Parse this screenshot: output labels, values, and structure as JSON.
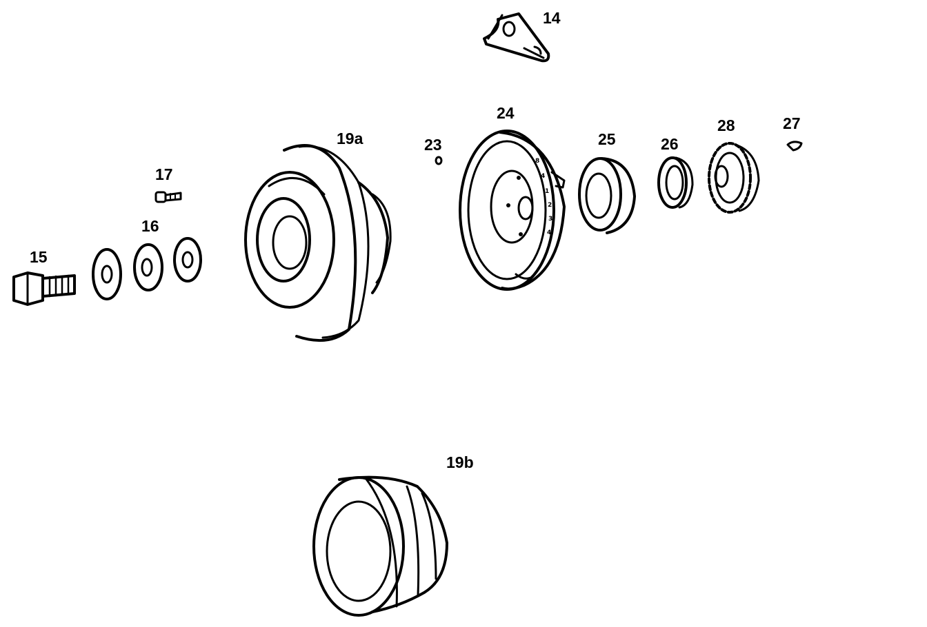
{
  "diagram": {
    "ink_color": "#000000",
    "paper_color": "#ffffff",
    "labels": {
      "p14": "14",
      "p15": "15",
      "p16": "16",
      "p17": "17",
      "p19a": "19a",
      "p19b": "19b",
      "p23": "23",
      "p24": "24",
      "p25": "25",
      "p26": "26",
      "p27": "27",
      "p28": "28"
    },
    "timing_marks": [
      "8",
      "4",
      "1",
      "2",
      "3",
      "4"
    ]
  }
}
